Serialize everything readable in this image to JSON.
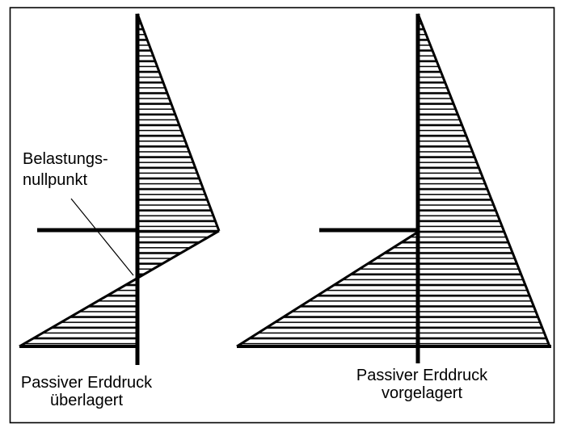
{
  "page": {
    "background_color": "#ffffff",
    "ink_color": "#000000"
  },
  "diagrams": [
    {
      "id": "ueberlagert",
      "annotation": {
        "line1": "Belastungs-",
        "line2": "nullpunkt"
      },
      "caption": {
        "line1": "Passiver Erddruck",
        "line2": "überlagert"
      }
    },
    {
      "id": "vorgelagert",
      "caption": {
        "line1": "Passiver Erddruck",
        "line2": "vorgelagert"
      }
    }
  ]
}
